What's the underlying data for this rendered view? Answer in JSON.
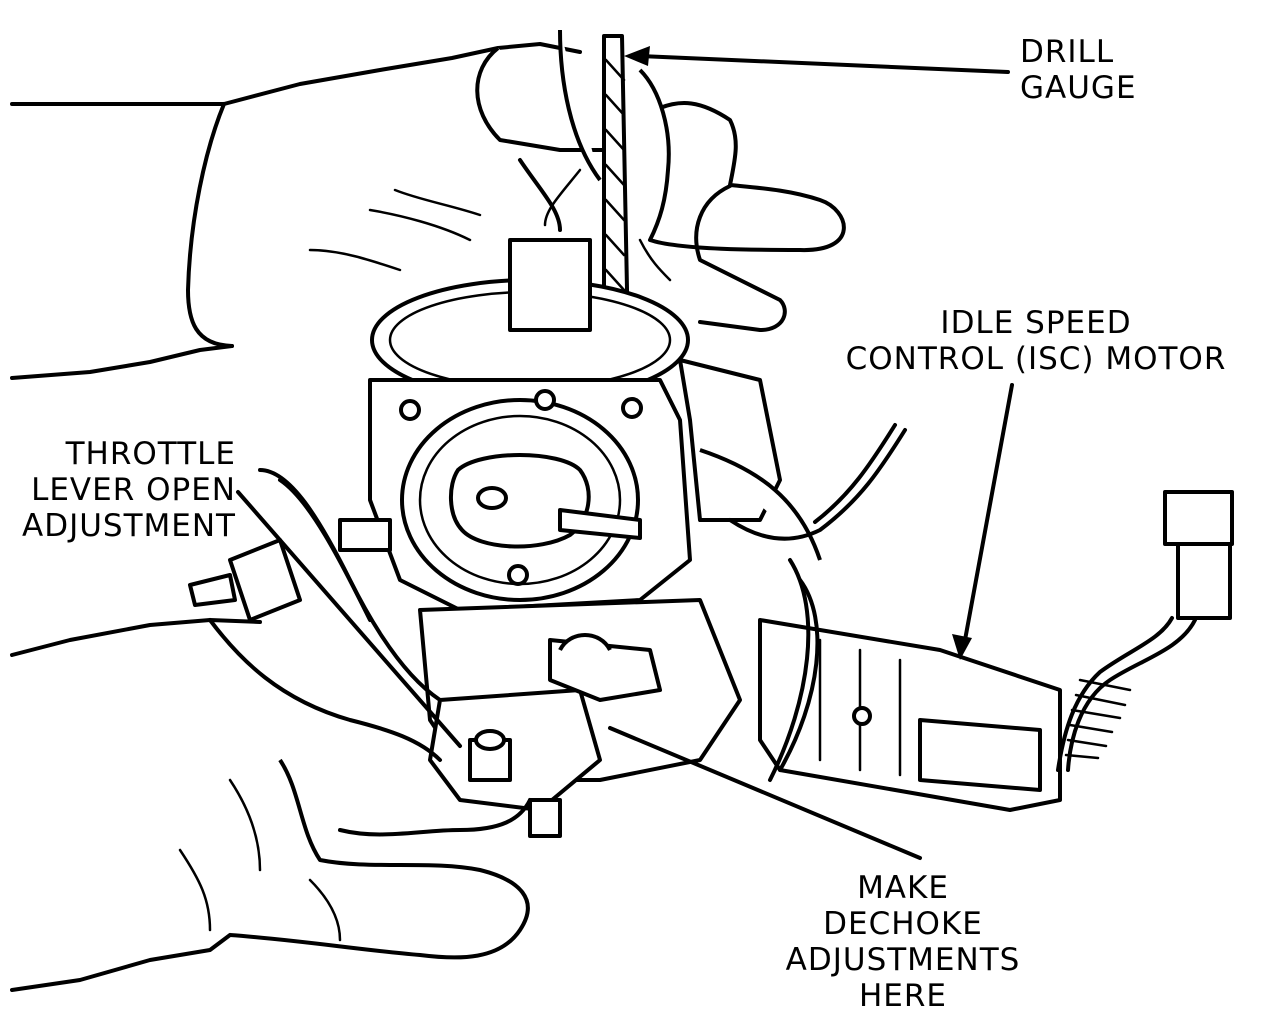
{
  "labels": {
    "drill_gauge": [
      "DRILL",
      "GAUGE"
    ],
    "isc_motor": [
      "IDLE SPEED",
      "CONTROL (ISC) MOTOR"
    ],
    "throttle_lever": [
      "THROTTLE",
      "LEVER OPEN",
      "ADJUSTMENT"
    ],
    "dechoke": [
      "MAKE",
      "DECHOKE",
      "ADJUSTMENTS",
      "HERE"
    ]
  },
  "icons": [
    "drill-gauge-icon",
    "carburetor-icon",
    "hand-icon",
    "isc-motor-icon",
    "connector-icon"
  ]
}
